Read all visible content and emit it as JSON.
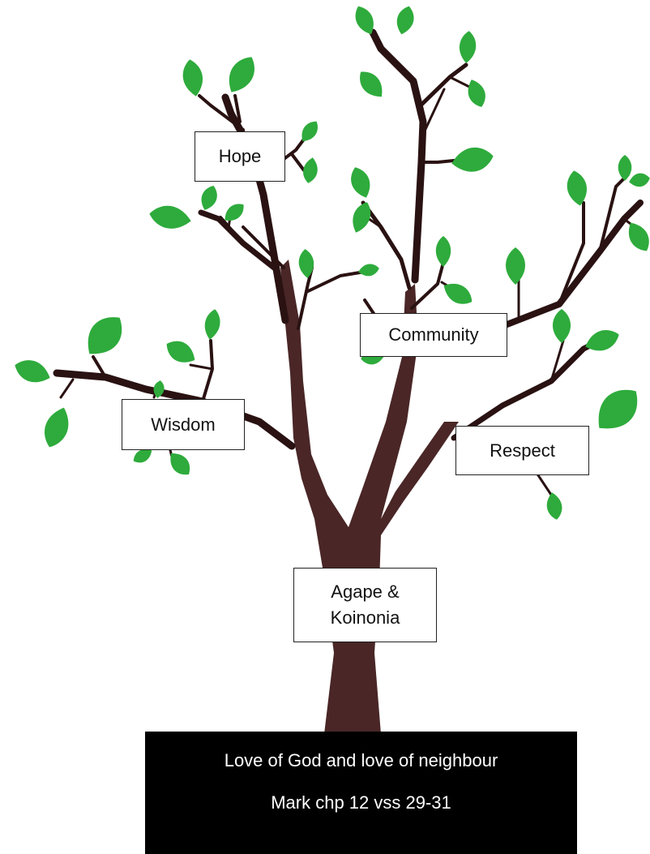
{
  "labels": {
    "hope": "Hope",
    "community": "Community",
    "wisdom": "Wisdom",
    "respect": "Respect",
    "agape_line1": "Agape &",
    "agape_line2": "Koinonia"
  },
  "foundation": {
    "line1": "Love of God and love of neighbour",
    "line2": "Mark chp 12 vss 29-31"
  },
  "colors": {
    "trunk": "#4a2626",
    "branch": "#2a1212",
    "leaf": "#2eab3c",
    "foundation_bg": "#000000",
    "foundation_text": "#ffffff"
  }
}
